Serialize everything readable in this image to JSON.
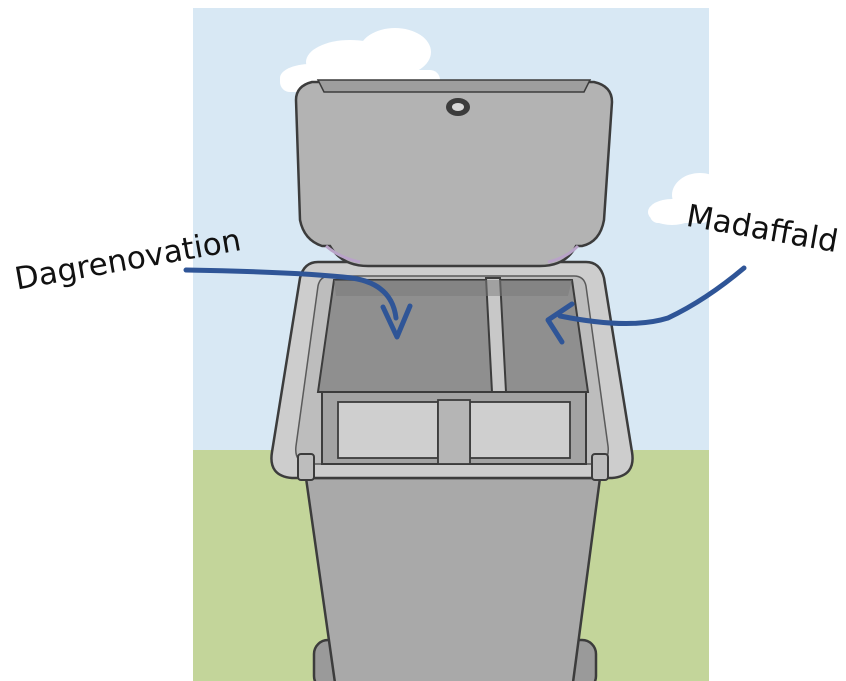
{
  "labels": {
    "left": "Dagrenovation",
    "right": "Madaffald"
  },
  "colors": {
    "sky": "#d8e8f4",
    "grass": "#c3d59a",
    "bin_body": "#a9a9a9",
    "bin_dark": "#8d8d8d",
    "bin_light": "#cfcfcf",
    "outline": "#3c3c3c",
    "arrow": "#2f5597"
  },
  "icons": {
    "left_arrow": "curved-arrow-down",
    "right_arrow": "curved-arrow-left-down",
    "lock": "lid-lock-icon"
  }
}
